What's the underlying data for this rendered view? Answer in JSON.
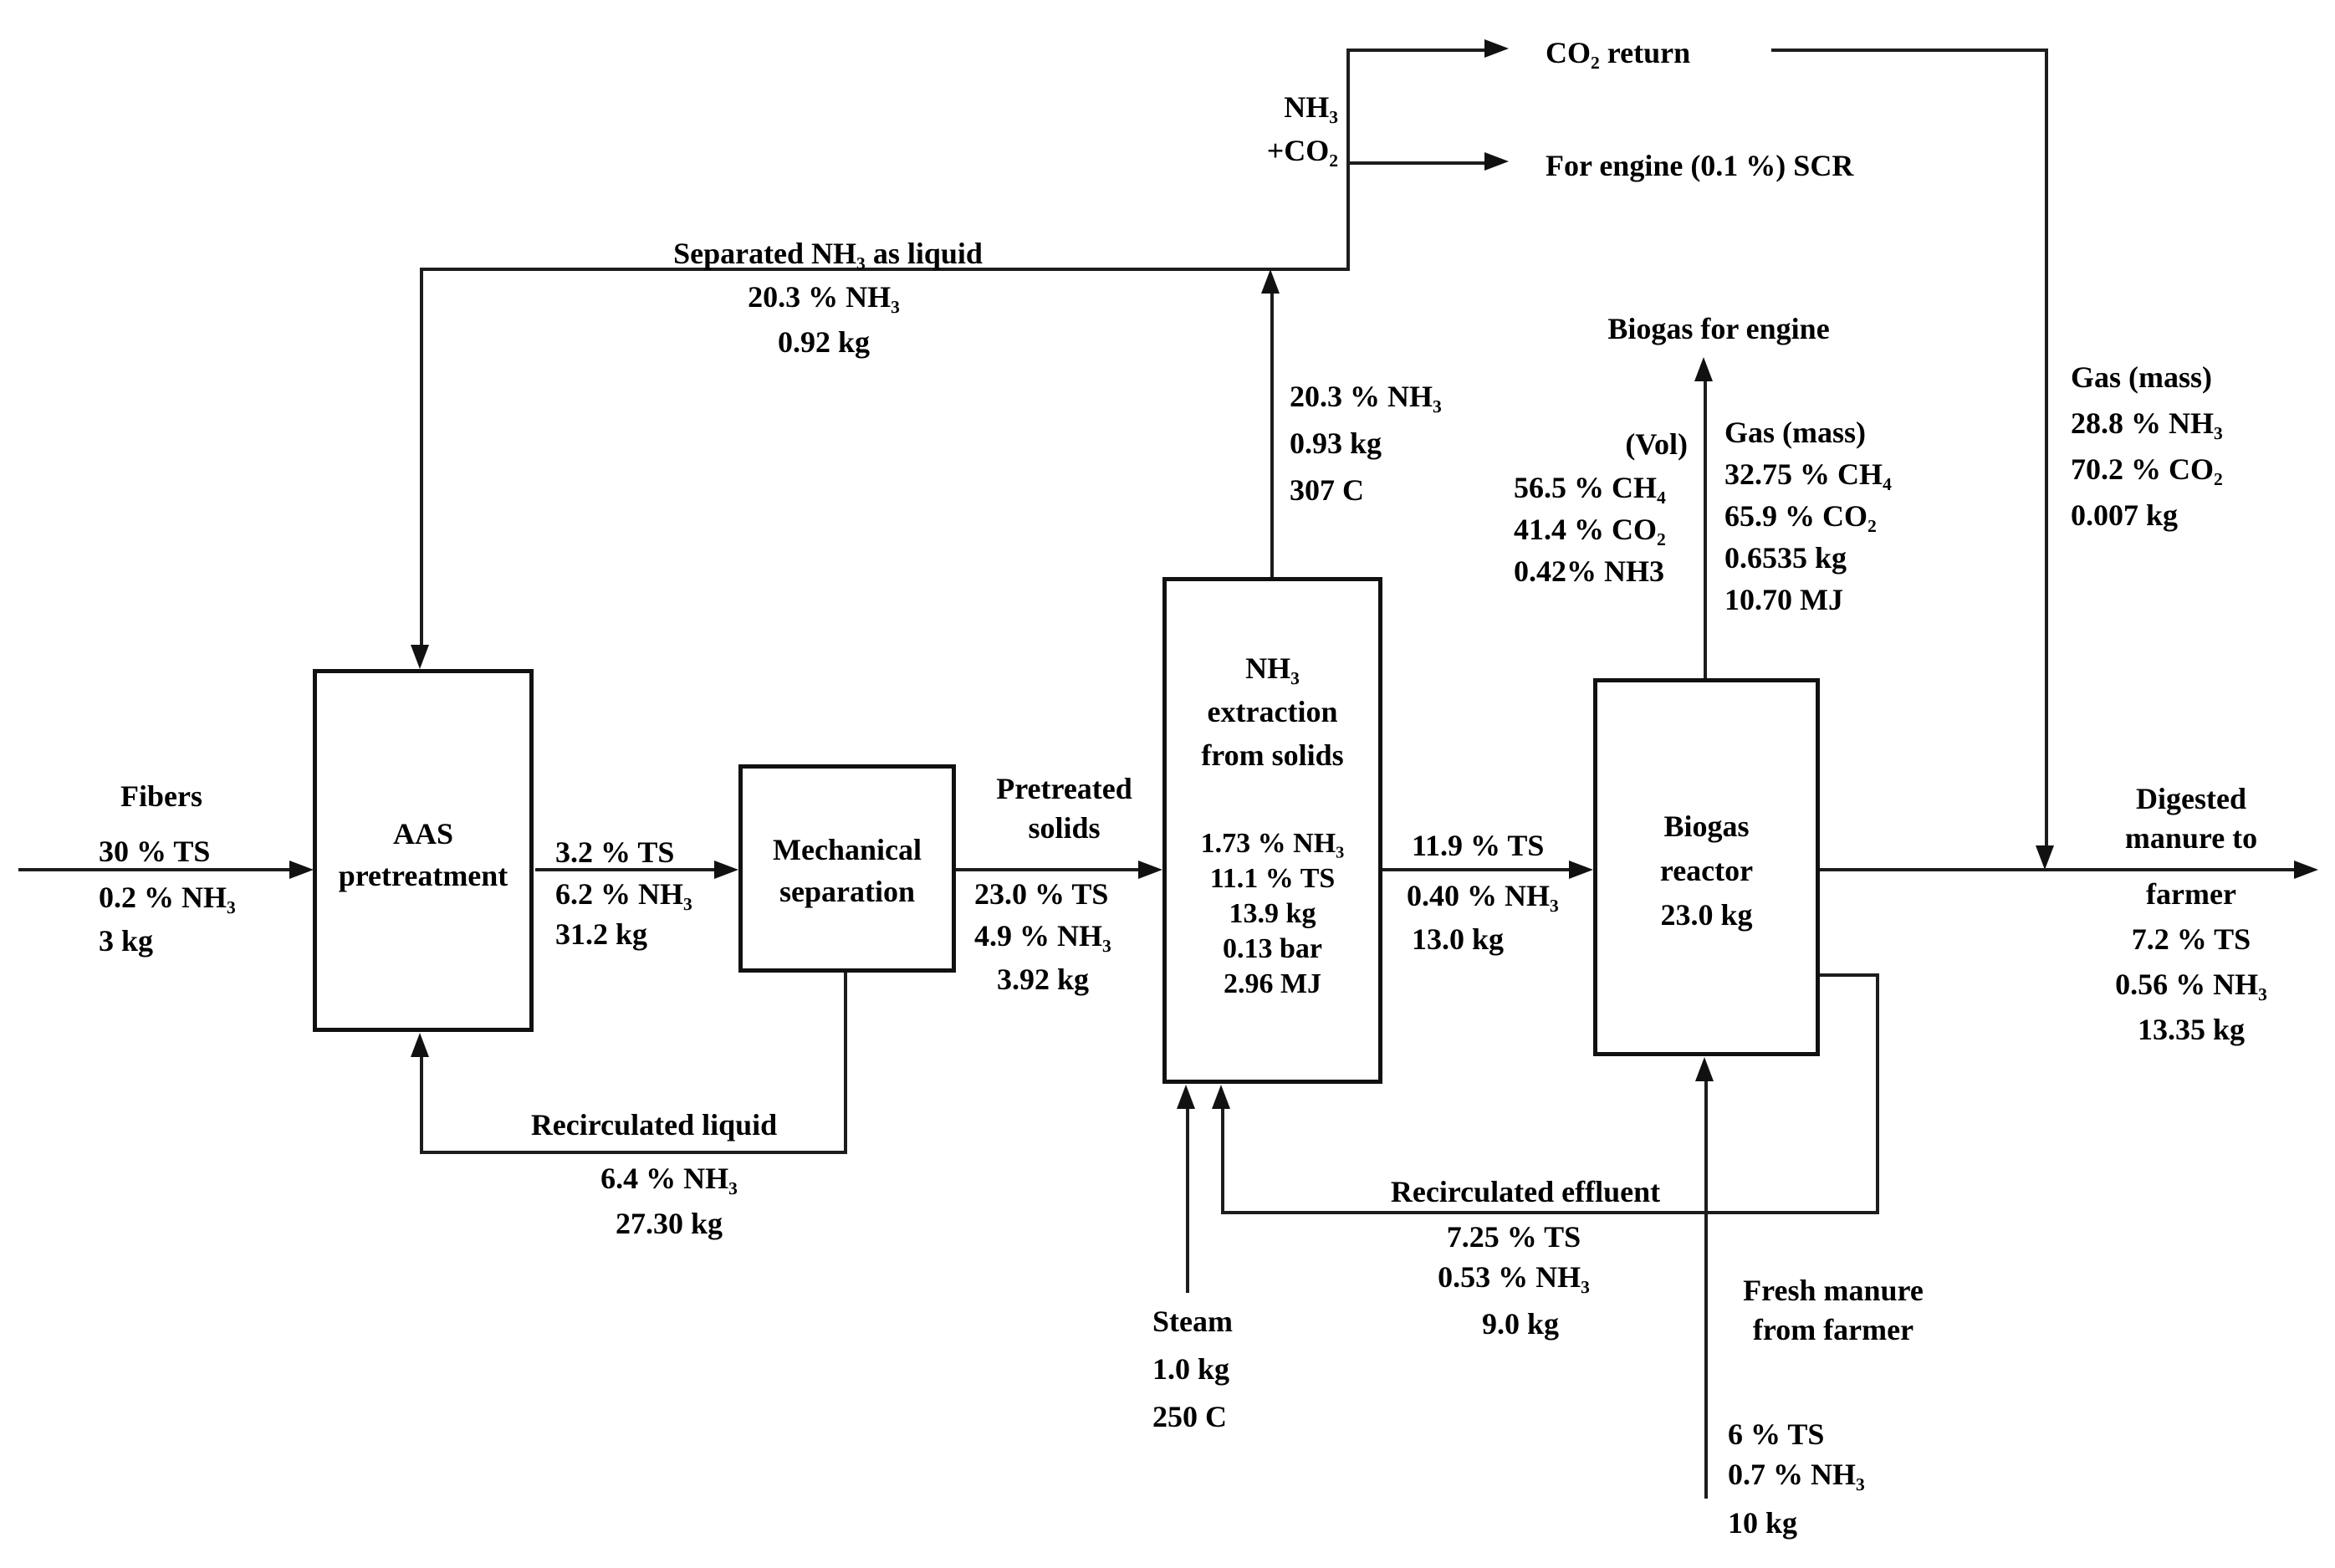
{
  "diagram": {
    "boxes": {
      "aas": "AAS\npretreatment",
      "mechanical": "Mechanical\nseparation",
      "extraction_title": "NH₃\nextraction\nfrom solids",
      "extraction_values": "1.73 % NH₃\n11.1 % TS\n13.9 kg\n0.13 bar\n2.96 MJ",
      "biogas": "Biogas\nreactor\n23.0 kg"
    },
    "streams": {
      "fibers": {
        "title": "Fibers",
        "l1": "30 % TS",
        "l2": "0.2 % NH₃",
        "l3": "3 kg"
      },
      "aas_to_mech": {
        "l1": "3.2 % TS",
        "l2": "6.2 % NH₃",
        "l3": "31.2 kg"
      },
      "pretreated": {
        "title": "Pretreated\nsolids",
        "l1": "23.0 % TS",
        "l2": "4.9 % NH₃",
        "l3": "3.92 kg"
      },
      "extr_to_biogas": {
        "l1": "11.9 % TS",
        "l2": "0.40 % NH₃",
        "l3": "13.0 kg"
      },
      "digested": {
        "above": "Digested\nmanure to",
        "below": "farmer\n7.2 % TS\n0.56 % NH₃\n13.35 kg"
      },
      "separated": {
        "title": "Separated NH₃ as liquid",
        "l1": "20.3 % NH₃",
        "l2": "0.92 kg"
      },
      "riser_values": "20.3 % NH₃\n0.93 kg\n307 C",
      "nh3co2": "NH₃\n+CO₂",
      "co2_return": "CO₂ return",
      "for_engine": "For engine (0.1 %) SCR",
      "biogas_engine": "Biogas for engine",
      "vol_label": "(Vol)",
      "vol_values": "56.5 % CH₄\n41.4 % CO₂\n0.42% NH3",
      "gas_mass_engine": "Gas (mass)\n32.75 % CH₄\n65.9 % CO₂\n0.6535 kg\n10.70 MJ",
      "gas_mass_digestate": "Gas (mass)\n28.8 % NH₃\n70.2 % CO₂\n0.007 kg",
      "recirc_liquid": {
        "title": "Recirculated liquid",
        "l1": "6.4 % NH₃",
        "l2": "27.30 kg"
      },
      "steam": "Steam\n1.0 kg\n250 C",
      "recirc_effluent": {
        "title": "Recirculated effluent",
        "l1": "7.25 % TS",
        "l2": "0.53 % NH₃",
        "l3": "9.0 kg"
      },
      "fresh_manure": {
        "title": "Fresh manure\nfrom farmer",
        "l1": "6 % TS",
        "l2": "0.7 % NH₃",
        "l3": "10 kg"
      }
    },
    "colors": {
      "line": "#1d1d1d",
      "text": "#000000",
      "background": "#ffffff"
    }
  }
}
